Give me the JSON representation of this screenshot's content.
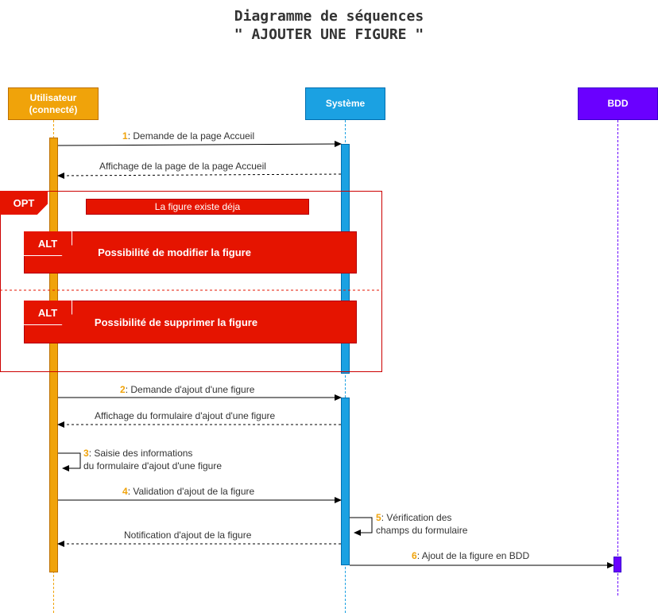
{
  "title": {
    "line1": "Diagramme de séquences",
    "line2": "\" AJOUTER UNE FIGURE \""
  },
  "actors": {
    "user": "Utilisateur\n(connecté)",
    "system": "Système",
    "db": "BDD"
  },
  "colors": {
    "user": "#f0a30a",
    "system": "#1ba1e2",
    "db": "#6a00ff",
    "frame": "#e51400",
    "number": "#f0a30a"
  },
  "opt": {
    "label": "OPT",
    "guard": "La figure existe déja",
    "alt1_label": "ALT",
    "alt1_text": "Possibilité de modifier la figure",
    "alt2_label": "ALT",
    "alt2_text": "Possibilité de supprimer la figure"
  },
  "messages": [
    {
      "num": "1",
      "text": ": Demande de la page Accueil"
    },
    {
      "num": "",
      "text": "Affichage de la page de la page Accueil"
    },
    {
      "num": "2",
      "text": ": Demande d'ajout d'une figure"
    },
    {
      "num": "",
      "text": "Affichage du formulaire d'ajout d'une figure"
    },
    {
      "num": "3",
      "text": ": Saisie des informations",
      "text2": "du formulaire d'ajout d'une figure"
    },
    {
      "num": "4",
      "text": ": Validation d'ajout de la figure"
    },
    {
      "num": "5",
      "text": ": Vérification des",
      "text2": "champs du formulaire"
    },
    {
      "num": "",
      "text": "Notification d'ajout de la figure"
    },
    {
      "num": "6",
      "text": ": Ajout de la figure en BDD"
    }
  ]
}
